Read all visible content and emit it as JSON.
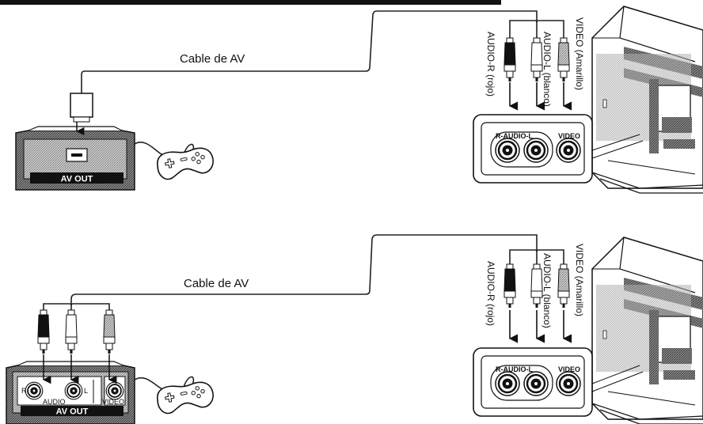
{
  "diagram1": {
    "cable_label": "Cable de AV",
    "console_port_label": "AV OUT",
    "plug_labels": [
      "AUDIO-R (rojo)",
      "AUDIO-L (blanco)",
      "VIDEO (Amarillo)"
    ],
    "jack_group_label": "R-AUDIO-L",
    "jack_video_label": "VIDEO"
  },
  "diagram2": {
    "cable_label": "Cable de AV",
    "console_port_label": "AV OUT",
    "console_audio_label": "AUDIO",
    "console_r_label": "R",
    "console_l_label": "L",
    "console_video_label": "VIDEO",
    "plug_labels": [
      "AUDIO-R (rojo)",
      "AUDIO-L (blanco)",
      "VIDEO (Amarillo)"
    ],
    "jack_group_label": "R-AUDIO-L",
    "jack_video_label": "VIDEO"
  },
  "colors": {
    "line": "#111111",
    "panel_hatch": "#7a7a7a"
  },
  "icons": [
    "game-console",
    "gamepad",
    "composite-av-plug",
    "rca-jack",
    "tv-rear-panel"
  ]
}
